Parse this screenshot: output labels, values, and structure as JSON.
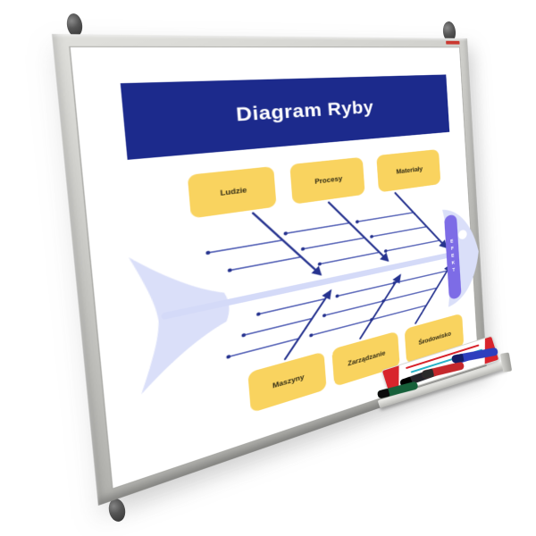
{
  "board": {
    "title": "Diagram Ryby",
    "colors": {
      "banner": "#1c2a8c",
      "title_text": "#ffffff",
      "frame": "#c3c3bf",
      "surface": "#ffffff",
      "brand_mark": "#c9271f"
    }
  },
  "fishbone": {
    "effect_label": "EFEKT",
    "top_categories": [
      {
        "label": "Ludzie"
      },
      {
        "label": "Procesy"
      },
      {
        "label": "Materiały"
      }
    ],
    "bottom_categories": [
      {
        "label": "Maszyny"
      },
      {
        "label": "Zarządzanie"
      },
      {
        "label": "Środowisko"
      }
    ],
    "colors": {
      "category_fill": "#f9d35f",
      "category_text": "#312b14",
      "branch": "#26338f",
      "subline": "#2f3ea6",
      "spine": "#d4daf8",
      "tail": "#dadff9",
      "head": "#dadff9",
      "effect_pill": "#7d6ce6",
      "effect_text": "#ffffff"
    }
  },
  "accessories": {
    "mount_caps": {
      "count": 3,
      "color": "#4a4a48"
    },
    "tray": {
      "color": "#c9c9c5"
    },
    "marker_box": {
      "color": "#ffffff",
      "print_colors": [
        "#d8242c",
        "#28b2c8",
        "#3346c8"
      ]
    },
    "markers": [
      {
        "name": "green-marker",
        "color": "#17603a"
      },
      {
        "name": "black-marker",
        "color": "#23232a"
      },
      {
        "name": "red-marker",
        "color": "#c5282c"
      },
      {
        "name": "blue-marker",
        "color": "#2d3fbe"
      }
    ]
  }
}
